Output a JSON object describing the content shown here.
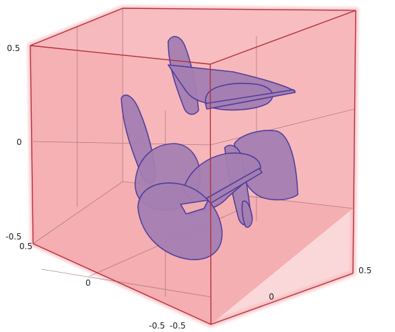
{
  "viewport": {
    "background": "#ffffff",
    "box_fill": "#f4aaae",
    "box_edge_color": "#b0303a",
    "inner_edge_color": "#9b6d76",
    "blade_fill": "#a57fb2",
    "blade_edge": "#4a3a9a"
  },
  "axes": {
    "z_ticks": [
      "0.5",
      "0",
      "-0.5"
    ],
    "y_ticks": [
      "0.5",
      "0",
      "-0.5"
    ],
    "x_ticks": [
      "-0.5",
      "0",
      "0.5"
    ]
  }
}
